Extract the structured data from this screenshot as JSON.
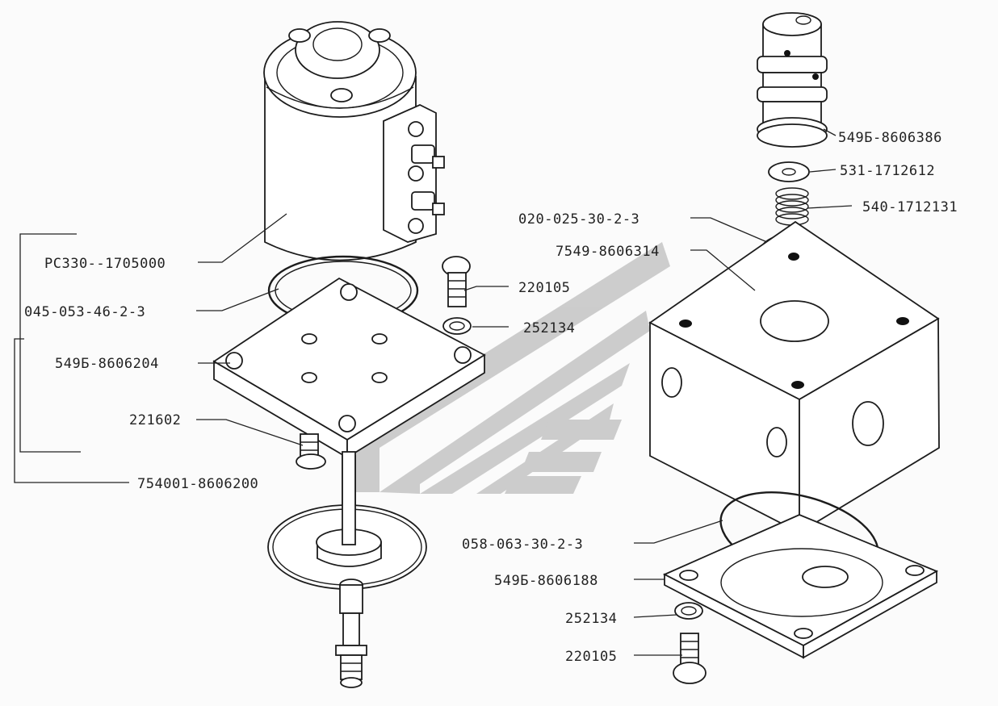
{
  "callouts": {
    "rs330": "РС330--1705000",
    "oring_045": "045-053-46-2-3",
    "plate_204": "549Б-8606204",
    "screw_221602": "221602",
    "assy_200": "754001-8606200",
    "screw_220105_a": "220105",
    "washer_252134_a": "252134",
    "valve_386": "549Б-8606386",
    "washer_612": "531-1712612",
    "spring_131": "540-1712131",
    "oring_020": "020-025-30-2-3",
    "body_314": "7549-8606314",
    "oring_058": "058-063-30-2-3",
    "plate_188": "549Б-8606188",
    "washer_252134_b": "252134",
    "screw_220105_b": "220105"
  },
  "colors": {
    "ink": "#1c1c1c",
    "watermark": "#b9b9b9",
    "paper": "#fbfbfb"
  }
}
